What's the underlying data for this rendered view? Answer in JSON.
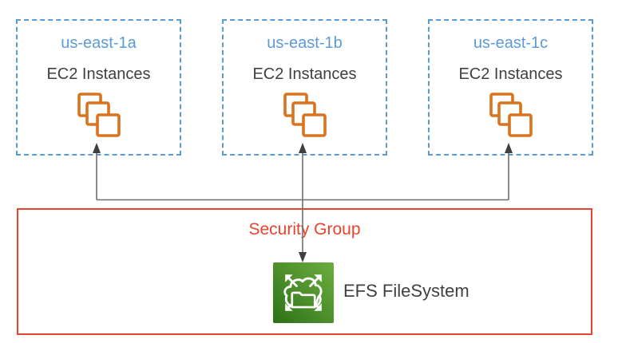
{
  "availability_zones": [
    {
      "name": "us-east-1a",
      "service": "EC2 Instances"
    },
    {
      "name": "us-east-1b",
      "service": "EC2 Instances"
    },
    {
      "name": "us-east-1c",
      "service": "EC2 Instances"
    }
  ],
  "security_group": {
    "label": "Security Group"
  },
  "efs": {
    "label": "EFS FileSystem"
  },
  "icons": {
    "ec2": "stacked-instance-squares-icon",
    "efs": "efs-cloud-folder-expand-arrows-icon",
    "connectors": "double-headed-and-up-arrows"
  },
  "colors": {
    "az_blue": "#5B9BD5",
    "ec2_orange": "#D9731E",
    "security_red": "#E8432C",
    "efs_green_dark": "#2E7118",
    "efs_green_light": "#6CAE3E",
    "text_gray": "#404040",
    "connector_gray": "#6E6E6E",
    "arrowhead_gray": "#3F3F3F"
  }
}
